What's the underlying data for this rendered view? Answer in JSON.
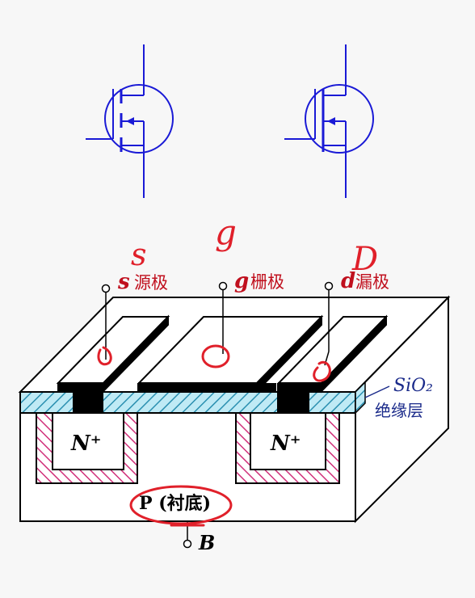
{
  "symbols": {
    "color": "#1a1ad6"
  },
  "handwriting": {
    "color": "#e0202a",
    "s_letter": "s",
    "g_letter": "g",
    "d_letter": "D"
  },
  "terminals": {
    "source_letter": "s",
    "source_label": "源极",
    "gate_letter": "g",
    "gate_label": "栅极",
    "drain_letter": "d",
    "drain_label": "漏极",
    "body_letter": "B"
  },
  "regions": {
    "n_plus_left": "N⁺",
    "n_plus_right": "N⁺",
    "substrate": "P (衬底)",
    "oxide_formula": "SiO₂",
    "oxide_label": "绝缘层"
  },
  "colors": {
    "oxide_fill": "#bfeaf5",
    "oxide_hatch": "#2a8fb0",
    "n_region_hatch": "#d0307a",
    "label_blue": "#1a2a8a",
    "metal": "#000000"
  }
}
